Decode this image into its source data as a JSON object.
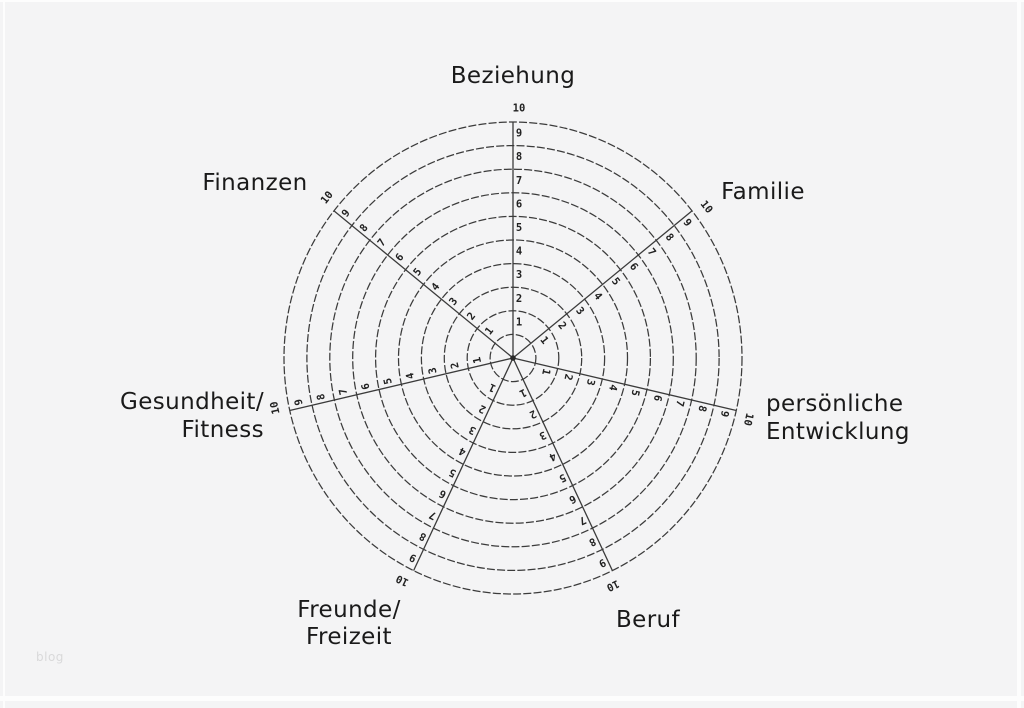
{
  "page": {
    "background": "#f4f4f5",
    "frame_color": "#fdfdfd",
    "label_color": "#1a1a1a",
    "watermark": "blog",
    "watermark_color": "#d9d9da"
  },
  "chart_data": {
    "type": "radar",
    "subtype": "wheel-of-life-blank-template",
    "categories": [
      "Beziehung",
      "Familie",
      "persönliche Entwicklung",
      "Beruf",
      "Freunde/Freizeit",
      "Gesundheit/Fitness",
      "Finanzen"
    ],
    "scale": {
      "min": 1,
      "max": 10,
      "ticks": [
        1,
        2,
        3,
        4,
        5,
        6,
        7,
        8,
        9,
        10
      ]
    },
    "rings": 10,
    "spokes": 7,
    "start_angle_deg": -90,
    "direction": "clockwise",
    "series": [],
    "grid": true,
    "line_color": "#3b3b3b",
    "tick_color": "#222222"
  },
  "axis_labels": {
    "beziehung": {
      "lines": [
        "Beziehung"
      ]
    },
    "familie": {
      "lines": [
        "Familie"
      ]
    },
    "persoenliche_entwicklung": {
      "lines": [
        "persönliche",
        "Entwicklung"
      ]
    },
    "beruf": {
      "lines": [
        "Beruf"
      ]
    },
    "freunde_freizeit": {
      "lines": [
        "Freunde/",
        "Freizeit"
      ]
    },
    "gesundheit_fitness": {
      "lines": [
        "Gesundheit/",
        "Fitness"
      ]
    },
    "finanzen": {
      "lines": [
        "Finanzen"
      ]
    }
  }
}
